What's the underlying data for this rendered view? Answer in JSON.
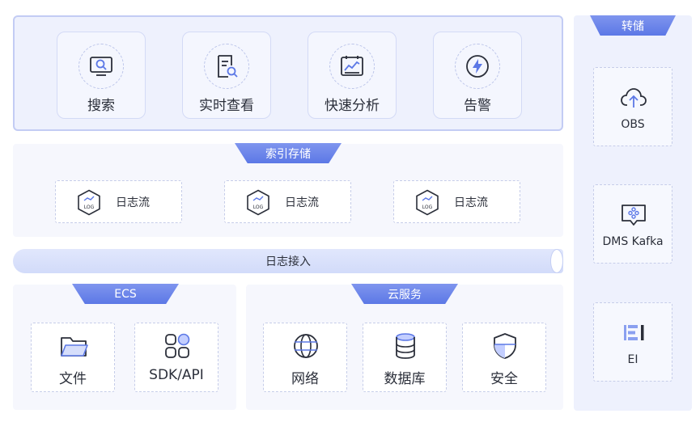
{
  "top_panel": {
    "tiles": [
      {
        "label": "搜索",
        "icon": "search-monitor-icon"
      },
      {
        "label": "实时查看",
        "icon": "document-search-icon"
      },
      {
        "label": "快速分析",
        "icon": "analytics-chart-icon"
      },
      {
        "label": "告警",
        "icon": "lightning-alert-icon"
      }
    ]
  },
  "index_section": {
    "title": "索引存储",
    "streams": [
      {
        "label": "日志流",
        "icon": "log-hexagon-icon"
      },
      {
        "label": "日志流",
        "icon": "log-hexagon-icon"
      },
      {
        "label": "日志流",
        "icon": "log-hexagon-icon"
      }
    ]
  },
  "ingest_pipe": {
    "label": "日志接入"
  },
  "ecs_section": {
    "title": "ECS",
    "items": [
      {
        "label": "文件",
        "icon": "folder-icon"
      },
      {
        "label": "SDK/API",
        "icon": "sdk-grid-icon"
      }
    ]
  },
  "cloud_section": {
    "title": "云服务",
    "items": [
      {
        "label": "网络",
        "icon": "globe-icon"
      },
      {
        "label": "数据库",
        "icon": "database-icon"
      },
      {
        "label": "安全",
        "icon": "shield-icon"
      }
    ]
  },
  "dump_section": {
    "title": "转储",
    "items": [
      {
        "label": "OBS",
        "icon": "cloud-upload-icon"
      },
      {
        "label": "DMS Kafka",
        "icon": "kafka-icon"
      },
      {
        "label": "EI",
        "icon": "ei-logo-icon"
      }
    ]
  },
  "colors": {
    "accent": "#5c78e6",
    "panel_bg": "#eef1fd",
    "border": "#c3ccf4",
    "text": "#2b2f3a"
  }
}
